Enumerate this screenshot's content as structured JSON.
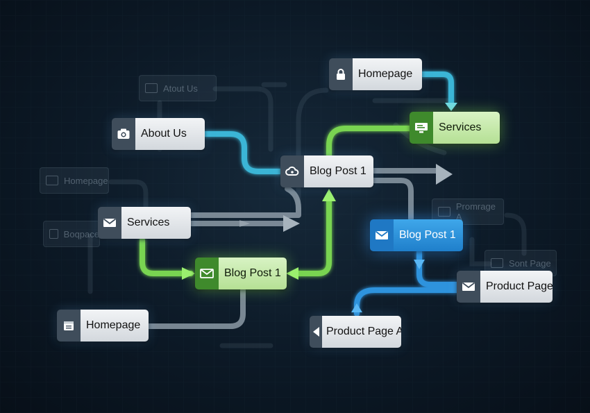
{
  "nodes": [
    {
      "id": "homepage-top",
      "label": "Homepage",
      "icon": "lock-icon",
      "style": "gray"
    },
    {
      "id": "services-top",
      "label": "Services",
      "icon": "monitor-icon",
      "style": "green"
    },
    {
      "id": "about-us",
      "label": "About Us",
      "icon": "camera-icon",
      "style": "gray"
    },
    {
      "id": "blog-post-center",
      "label": "Blog Post 1",
      "icon": "cloud-icon",
      "style": "gray"
    },
    {
      "id": "services-left",
      "label": "Services",
      "icon": "mail-icon",
      "style": "gray"
    },
    {
      "id": "blog-post-green",
      "label": "Blog Post 1",
      "icon": "mail-icon",
      "style": "green"
    },
    {
      "id": "blog-post-blue",
      "label": "Blog Post 1",
      "icon": "mail-icon",
      "style": "blue"
    },
    {
      "id": "product-page",
      "label": "Product Page",
      "icon": "mail-icon",
      "style": "gray"
    },
    {
      "id": "homepage-bottom",
      "label": "Homepage",
      "icon": "calendar-icon",
      "style": "gray"
    },
    {
      "id": "product-page-a",
      "label": "Product Page A",
      "icon": "back-arrow-icon",
      "style": "gray"
    }
  ],
  "ghost_nodes": [
    {
      "id": "ghost-about",
      "label": "Atout Us"
    },
    {
      "id": "ghost-homepage",
      "label": "Homepage"
    },
    {
      "id": "ghost-bogpage",
      "label": "Boqpace"
    },
    {
      "id": "ghost-promrage",
      "label": "Promrage A"
    },
    {
      "id": "ghost-sontpage",
      "label": "Sont Page"
    }
  ],
  "colors": {
    "gray_path": "#8796a3",
    "green_path": "#7ed957",
    "blue_path": "#3aa3e8",
    "cyan_path": "#4cc8df"
  }
}
